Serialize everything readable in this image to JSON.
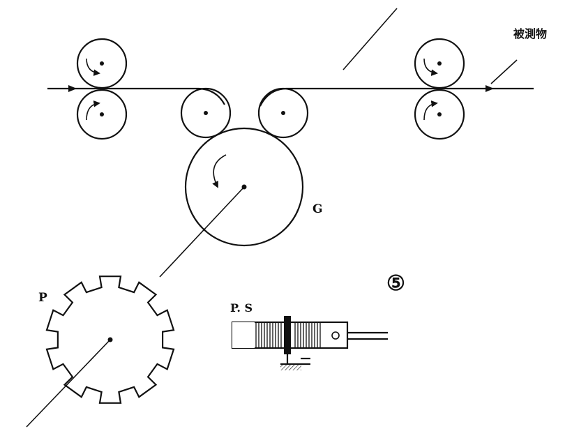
{
  "labels": {
    "measured_object": "被測物",
    "G": "G",
    "P": "P",
    "PS": "P. S",
    "figure_number": "⑤"
  }
}
